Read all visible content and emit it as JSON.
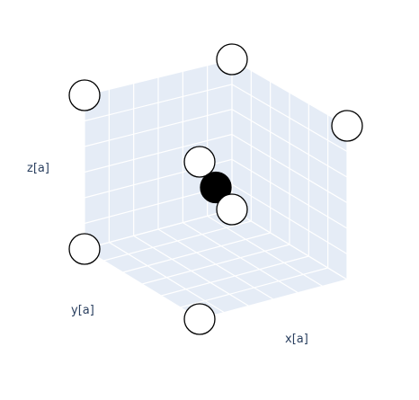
{
  "chart_data": {
    "type": "scatter3d",
    "axes": {
      "xlabel": "x[a]",
      "ylabel": "y[a]",
      "zlabel": "z[a]",
      "xlim": [
        0,
        1
      ],
      "ylim": [
        0,
        1
      ],
      "zlim": [
        0,
        1
      ]
    },
    "grid": true,
    "pane_color": "#e5ecf6",
    "grid_color": "#ffffff",
    "points": [
      {
        "x": 0,
        "y": 0,
        "z": 1,
        "marker": "circle-open",
        "color": "#000000"
      },
      {
        "x": 1,
        "y": 1,
        "z": 1,
        "marker": "circle-open",
        "color": "#000000"
      },
      {
        "x": 0,
        "y": 1,
        "z": 1,
        "marker": "circle-open",
        "color": "#000000"
      },
      {
        "x": 1,
        "y": 0,
        "z": 1,
        "marker": "circle-open",
        "color": "#000000"
      },
      {
        "x": 0,
        "y": 0,
        "z": 0,
        "marker": "circle-open",
        "color": "#000000"
      },
      {
        "x": 1,
        "y": 1,
        "z": 0,
        "marker": "circle-open",
        "color": "#000000"
      },
      {
        "x": 0,
        "y": 1,
        "z": 0,
        "marker": "circle-open",
        "color": "#000000"
      },
      {
        "x": 0.5,
        "y": 0.5,
        "z": 0.5,
        "marker": "circle",
        "color": "#000000"
      }
    ]
  }
}
